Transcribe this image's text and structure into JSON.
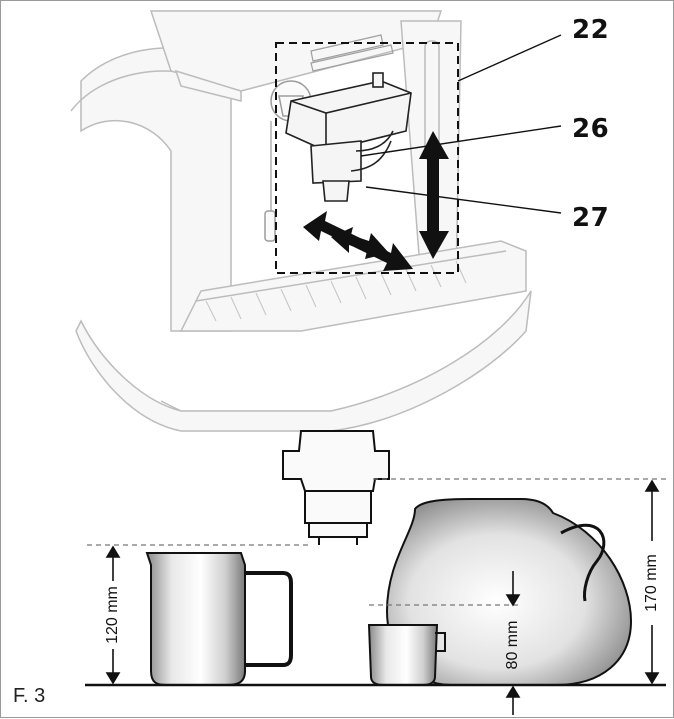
{
  "callouts": {
    "c22": "22",
    "c26": "26",
    "c27": "27"
  },
  "figure_label": "F. 3",
  "dimensions": {
    "cup_height": "120 mm",
    "jug_height": "170 mm",
    "small_cup_height": "80 mm"
  },
  "colors": {
    "line_dark": "#111111",
    "line_light": "#bdbdbd",
    "machine_fill": "#f6f6f6"
  }
}
